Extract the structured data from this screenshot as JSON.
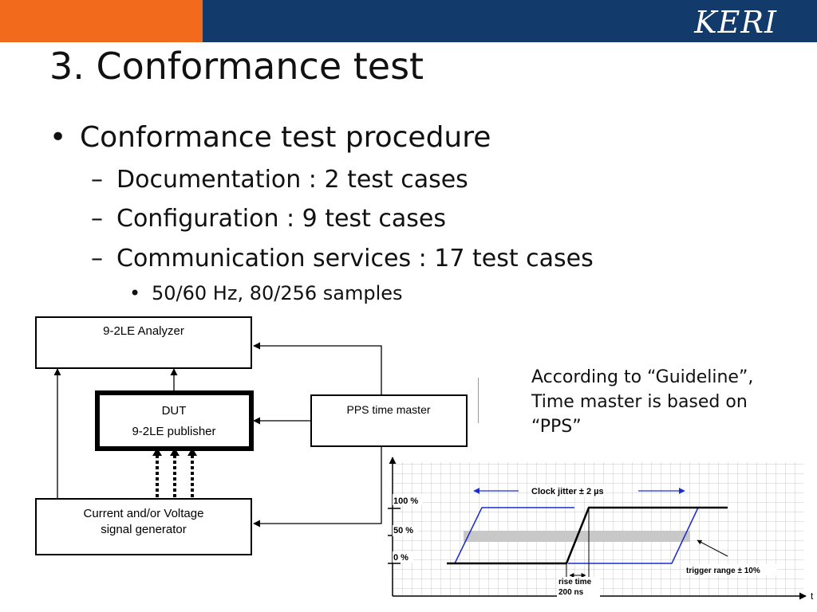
{
  "header": {
    "logo": "KERI",
    "colors": {
      "orange": "#f26b1d",
      "navy": "#123a6b"
    }
  },
  "slide": {
    "title": "3. Conformance test",
    "bullet": {
      "marker": "•",
      "text": "Conformance test procedure"
    },
    "subitems": [
      {
        "marker": "–",
        "text": "Documentation : 2 test cases"
      },
      {
        "marker": "–",
        "text": "Configuration : 9 test cases"
      },
      {
        "marker": "–",
        "text": "Communication services : 17 test cases"
      }
    ],
    "subsub": {
      "marker": "•",
      "text": "50/60 Hz, 80/256 samples"
    }
  },
  "diagram": {
    "analyzer": "9-2LE Analyzer",
    "dut_title": "DUT",
    "dut_sub": "9-2LE publisher",
    "pps": "PPS time master",
    "generator_line1": "Current and/or Voltage",
    "generator_line2": "signal generator"
  },
  "note": {
    "line1": "According to “Guideline”,",
    "line2": "Time master is based on",
    "line3": "“PPS”"
  },
  "graph": {
    "clock_jitter": "Clock jitter ± 2 µs",
    "y100": "100 %",
    "y50": "50 %",
    "y0": "0 %",
    "rise_time_1": "rise time",
    "rise_time_2": "200 ns",
    "trigger": "trigger range ± 10%",
    "t": "t"
  }
}
